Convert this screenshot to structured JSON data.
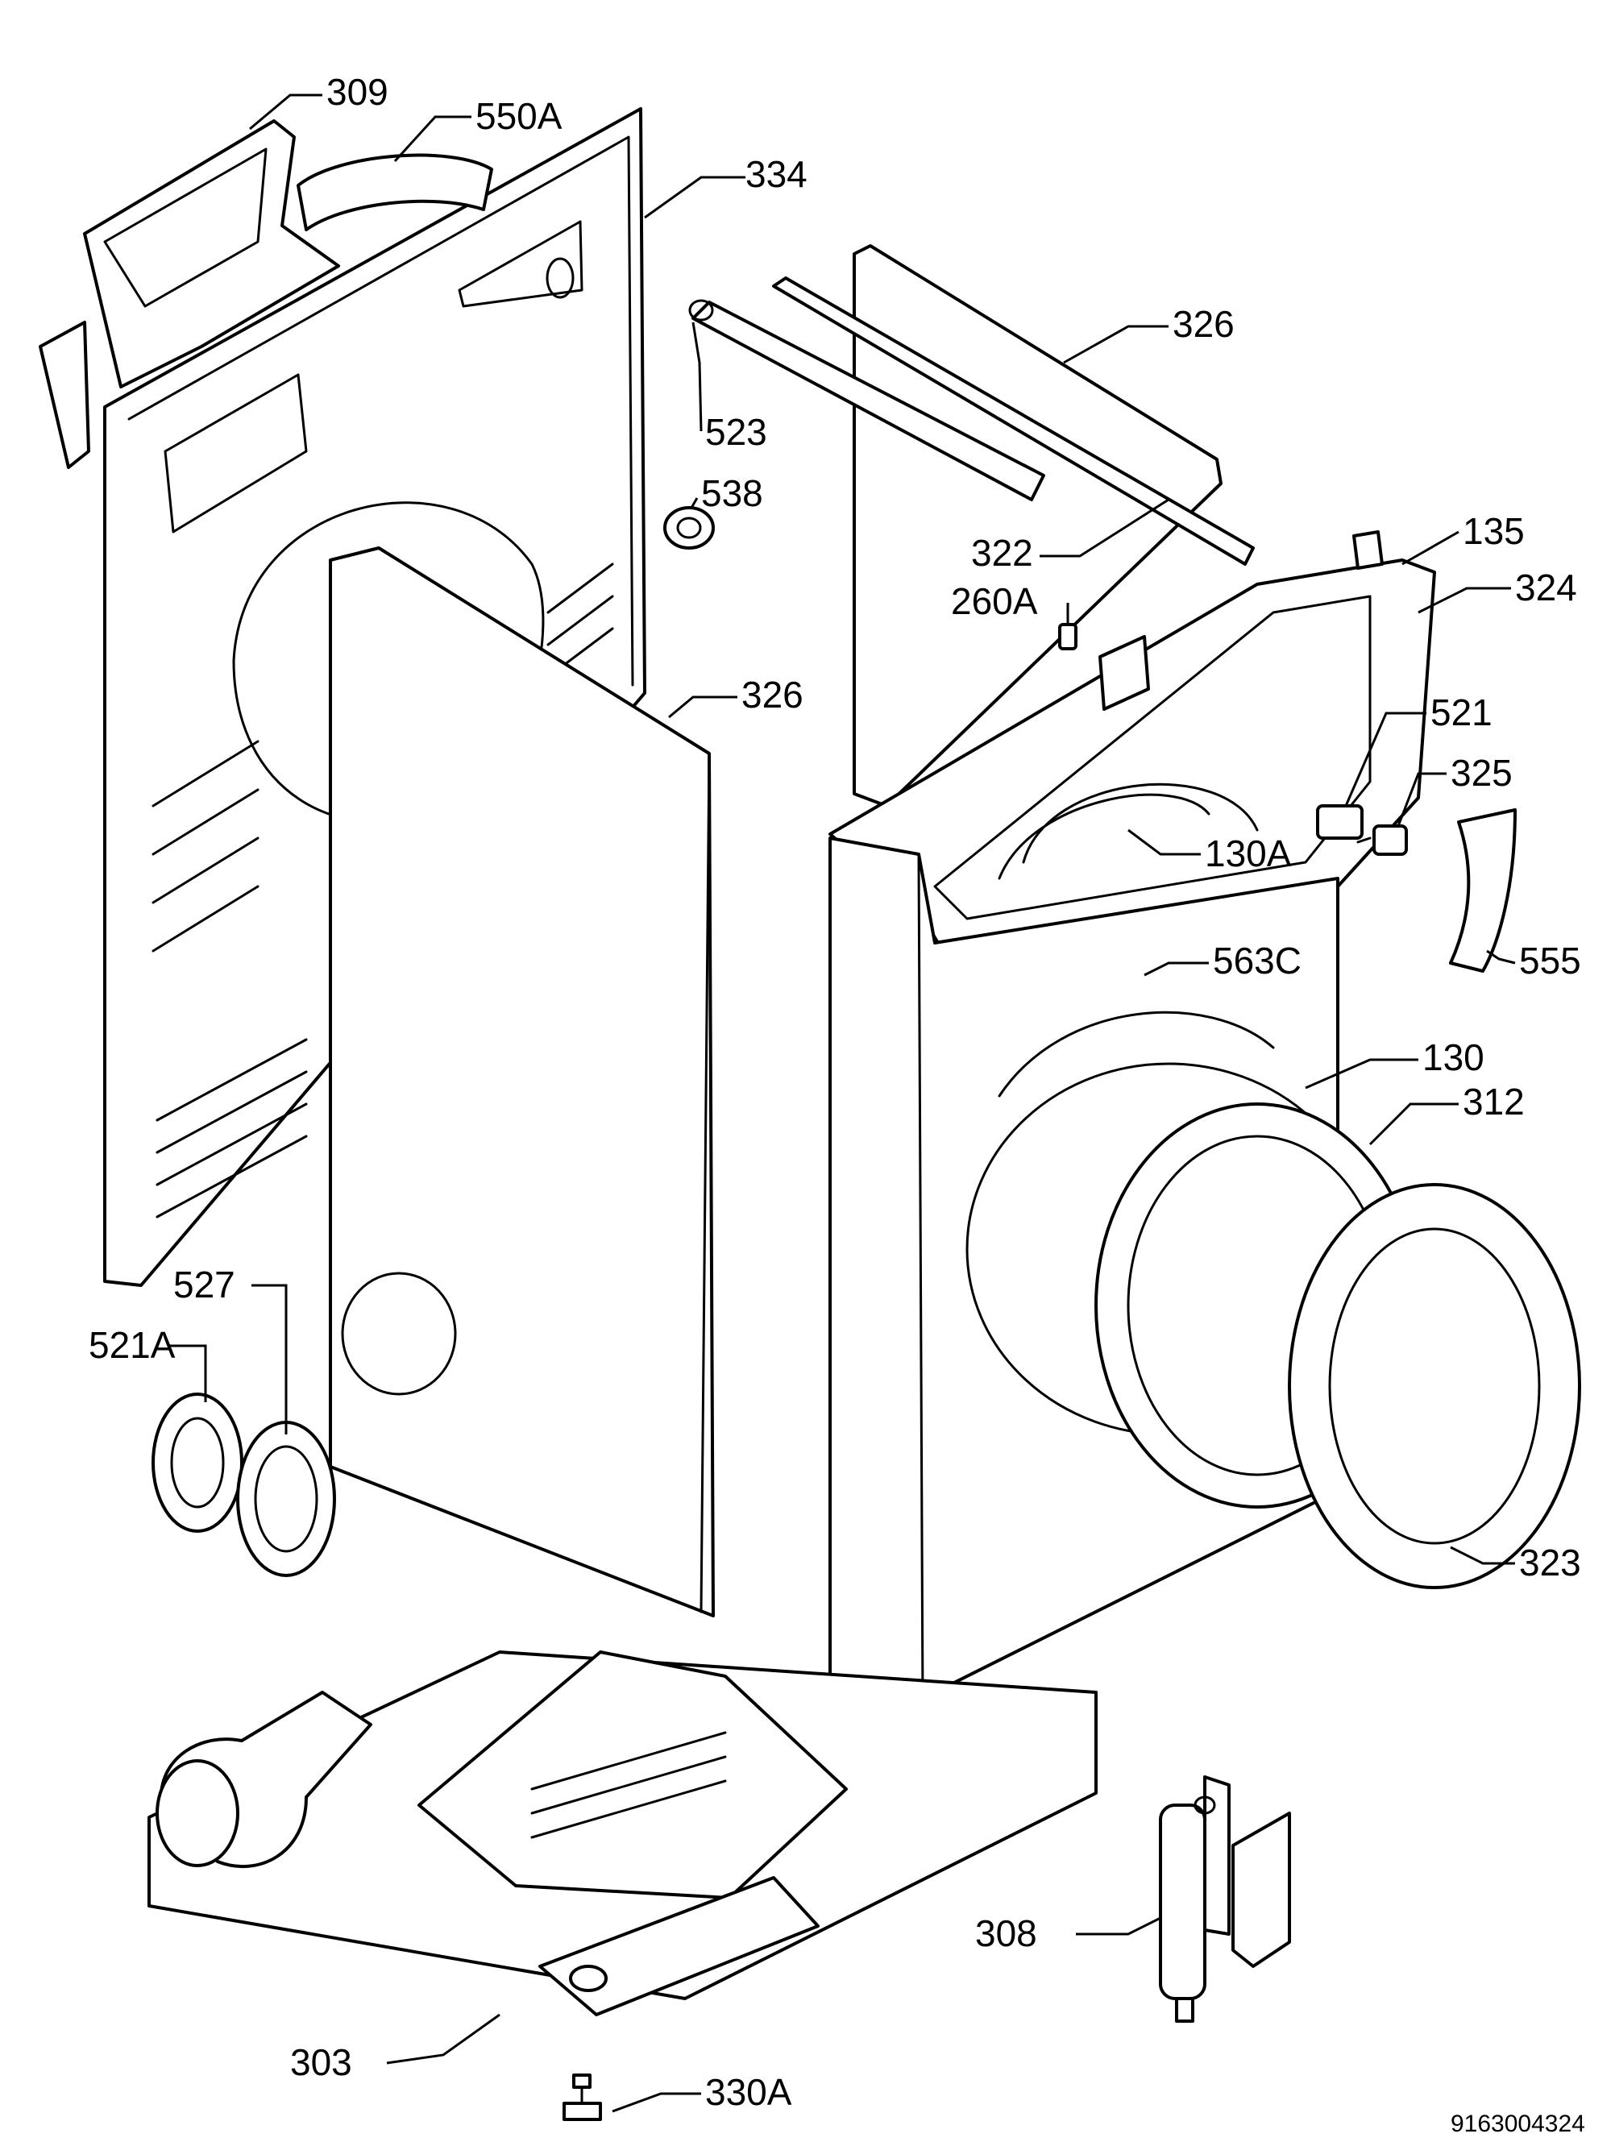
{
  "labels": {
    "309": "309",
    "550A": "550A",
    "334": "334",
    "326_top": "326",
    "523": "523",
    "538": "538",
    "322": "322",
    "135": "135",
    "324": "324",
    "260A": "260A",
    "326_mid": "326",
    "521": "521",
    "325": "325",
    "130A": "130A",
    "555": "555",
    "563C": "563C",
    "130": "130",
    "312": "312",
    "527": "527",
    "521A": "521A",
    "323": "323",
    "308": "308",
    "303": "303",
    "330A": "330A"
  },
  "doc_number": "9163004324"
}
